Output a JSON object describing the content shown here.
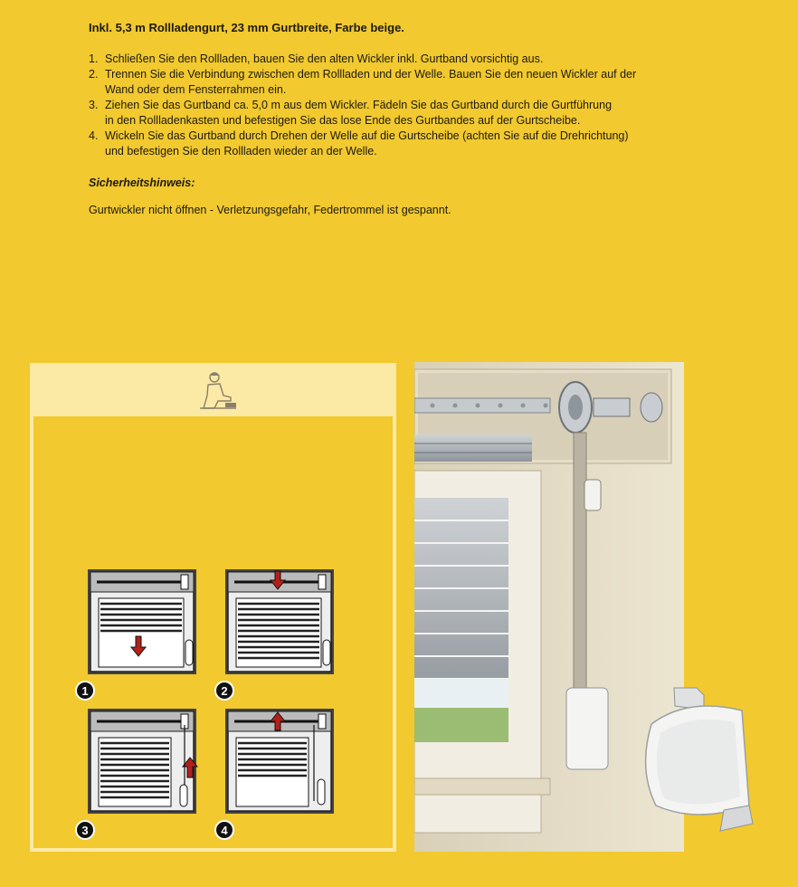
{
  "heading": "Inkl. 5,3 m Rollladengurt, 23 mm Gurtbreite, Farbe beige.",
  "steps": [
    {
      "number": "1.",
      "line1": "Schließen Sie den Rollladen, bauen Sie den alten Wickler inkl. Gurtband vorsichtig aus.",
      "line2": ""
    },
    {
      "number": "2.",
      "line1": "Trennen Sie die Verbindung zwischen dem Rollladen und der Welle. Bauen Sie den neuen Wickler auf der",
      "line2": "Wand oder dem Fensterrahmen ein."
    },
    {
      "number": "3.",
      "line1": "Ziehen Sie das Gurtband ca. 5,0 m aus dem Wickler. Fädeln Sie das Gurtband durch die Gurtführung",
      "line2": "in den Rollladenkasten und befestigen Sie das lose Ende des Gurtbandes auf der Gurtscheibe."
    },
    {
      "number": "4.",
      "line1": "Wickeln Sie das Gurtband durch Drehen der Welle auf die Gurtscheibe (achten Sie auf die Drehrichtung)",
      "line2": "und befestigen Sie den Rollladen wieder an der Welle."
    }
  ],
  "safety": {
    "title": "Sicherheitshinweis:",
    "text": "Gurtwickler nicht öffnen - Verletzungsgefahr, Federtrommel ist gespannt."
  },
  "diagram_badges": [
    "1",
    "2",
    "3",
    "4"
  ],
  "colors": {
    "background": "#f2c92e",
    "panel_light": "#fbe9a6",
    "arrow_red": "#b3201a",
    "wall": "#e9e1cc"
  },
  "icons": {
    "worker": "worker-kneeling-icon"
  }
}
